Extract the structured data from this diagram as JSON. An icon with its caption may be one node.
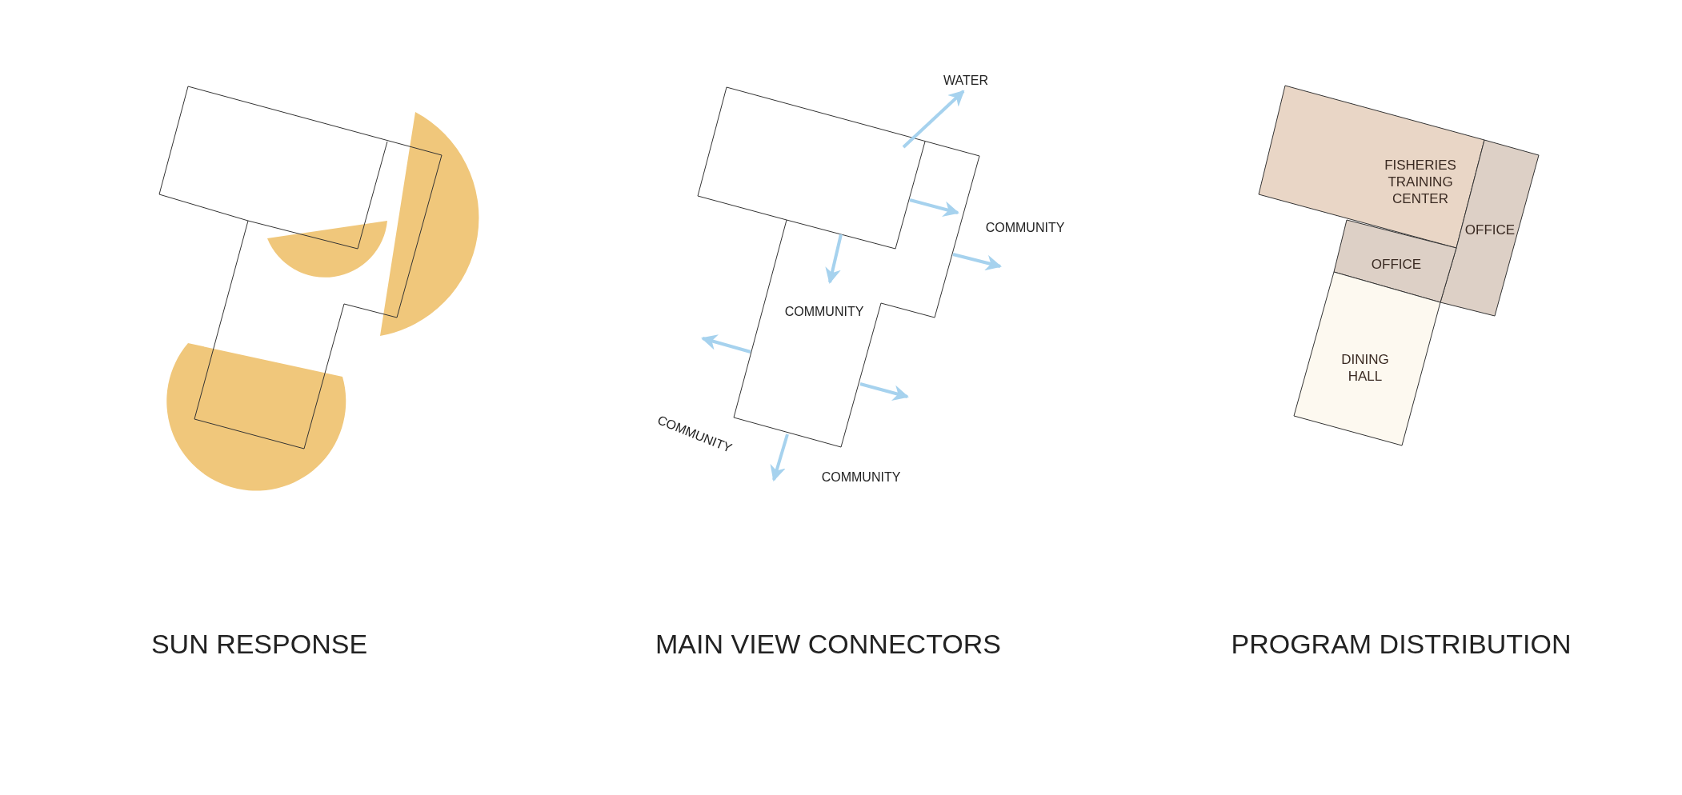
{
  "diagram": {
    "nodes": [
      {
        "text": [],
        "shape": "box"
      },
      {
        "text": [
          "WATER"
        ]
      },
      {
        "text": [
          "FISHERIES TRAINING CENTER"
        ]
      },
      {
        "text": [
          "OFFICE"
        ]
      },
      {
        "text": [
          "OFFICE"
        ]
      },
      {
        "text": [
          "DINING HALL"
        ]
      }
    ],
    "edges": [
      {
        "from": 0,
        "to": 1,
        "arrow": "to"
      },
      {
        "from": null,
        "to": 0,
        "arrow": "to"
      },
      {
        "from": null,
        "to": 0,
        "arrow": "to"
      },
      {
        "from": 0,
        "to": null,
        "arrow": "to"
      },
      {
        "from": 0,
        "to": null,
        "arrow": "to"
      },
      {
        "from": 0,
        "to": null,
        "arrow": "to"
      },
      {
        "from": 0,
        "to": null,
        "arrow": "to"
      }
    ],
    "labels": [
      "COMMUNITY",
      "COMMUNITY",
      "COMMUNITY",
      "COMMUNITY",
      "SUN RESPONSE",
      "MAIN VIEW CONNECTORS",
      "PROGRAM DISTRIBUTION"
    ]
  }
}
